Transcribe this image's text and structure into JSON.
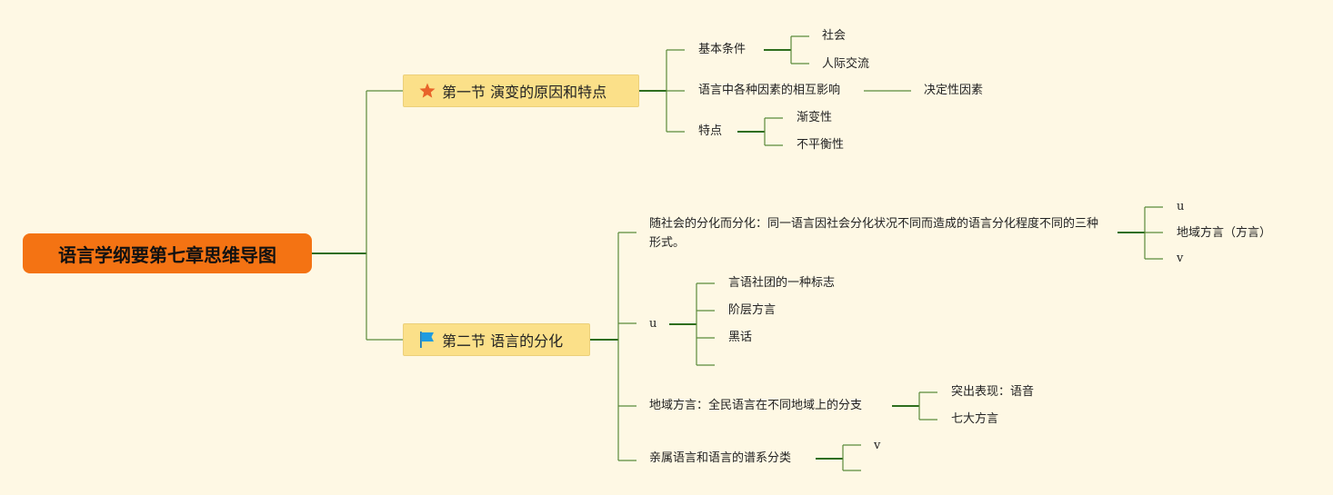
{
  "root": {
    "label": "语言学纲要第七章思维导图"
  },
  "section1": {
    "label": "第一节 演变的原因和特点",
    "icon": "star-icon",
    "icon_color": "#e8632a",
    "children": [
      {
        "label": "基本条件",
        "children": [
          "社会",
          "人际交流"
        ]
      },
      {
        "label": "语言中各种因素的相互影响",
        "children": [
          "决定性因素"
        ]
      },
      {
        "label": "特点",
        "children": [
          "渐变性",
          "不平衡性"
        ]
      }
    ]
  },
  "section2": {
    "label": "第二节 语言的分化",
    "icon": "flag-icon",
    "icon_color": "#1e9be0",
    "children": [
      {
        "label": "随社会的分化而分化：同一语言因社会分化状况不同而造成的语言分化程度不同的三种形式。",
        "children": [
          "u",
          "地域方言（方言）",
          "v"
        ]
      },
      {
        "label": "u",
        "children": [
          "言语社团的一种标志",
          "阶层方言",
          "黑话",
          ""
        ]
      },
      {
        "label": "地域方言：全民语言在不同地域上的分支",
        "children": [
          "突出表现：语音",
          "七大方言"
        ]
      },
      {
        "label": "亲属语言和语言的谱系分类",
        "children": [
          "v",
          ""
        ]
      }
    ]
  },
  "colors": {
    "background": "#fef8e4",
    "root_fill": "#f47313",
    "section_fill": "#fbe089",
    "line_main": "#2e6e1e",
    "line_thin": "#5a8a3a"
  }
}
